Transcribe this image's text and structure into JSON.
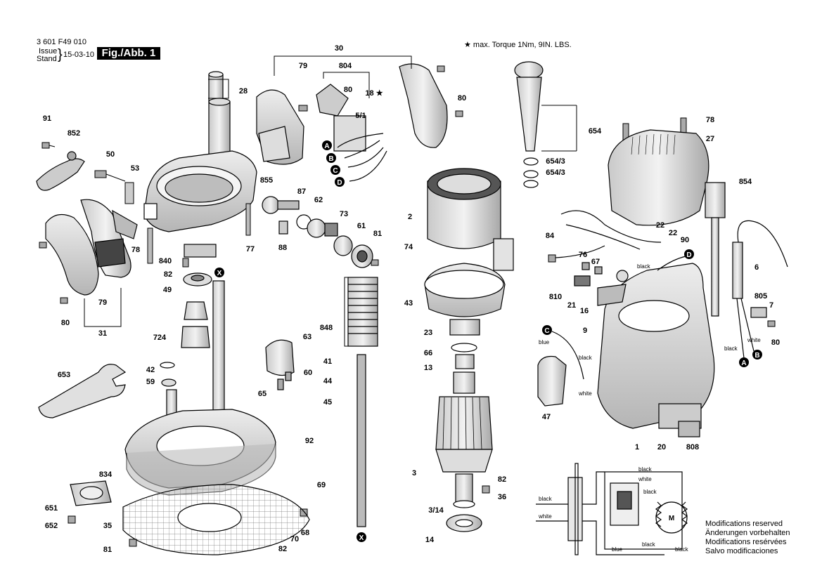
{
  "header": {
    "doc_number": "3 601 F49 010",
    "issue_label": "Issue",
    "stand_label": "Stand",
    "date": "15-03-10",
    "figure_label": "Fig./Abb. 1",
    "torque_note": "★ max. Torque 1Nm,  9IN. LBS."
  },
  "modifications": [
    "Modifications reserved",
    "Änderungen vorbehalten",
    "Modifications resérvées",
    "Salvo modificaciones"
  ],
  "wire_labels": {
    "black": "black",
    "blue": "blue",
    "white": "white"
  },
  "callouts": [
    {
      "id": "c-28",
      "text": "28"
    },
    {
      "id": "c-30",
      "text": "30"
    },
    {
      "id": "c-79a",
      "text": "79"
    },
    {
      "id": "c-804",
      "text": "804"
    },
    {
      "id": "c-80a",
      "text": "80"
    },
    {
      "id": "c-18",
      "text": "18 ★"
    },
    {
      "id": "c-80b",
      "text": "80"
    },
    {
      "id": "c-51",
      "text": "5/1"
    },
    {
      "id": "c-91",
      "text": "91"
    },
    {
      "id": "c-852",
      "text": "852"
    },
    {
      "id": "c-50",
      "text": "50"
    },
    {
      "id": "c-53",
      "text": "53"
    },
    {
      "id": "c-855",
      "text": "855"
    },
    {
      "id": "c-87",
      "text": "87"
    },
    {
      "id": "c-62",
      "text": "62"
    },
    {
      "id": "c-73",
      "text": "73"
    },
    {
      "id": "c-61",
      "text": "61"
    },
    {
      "id": "c-81a",
      "text": "81"
    },
    {
      "id": "c-77",
      "text": "77"
    },
    {
      "id": "c-88",
      "text": "88"
    },
    {
      "id": "c-78a",
      "text": "78"
    },
    {
      "id": "c-840",
      "text": "840"
    },
    {
      "id": "c-82a",
      "text": "82"
    },
    {
      "id": "c-49",
      "text": "49"
    },
    {
      "id": "c-79b",
      "text": "79"
    },
    {
      "id": "c-80c",
      "text": "80"
    },
    {
      "id": "c-31",
      "text": "31"
    },
    {
      "id": "c-724",
      "text": "724"
    },
    {
      "id": "c-848",
      "text": "848"
    },
    {
      "id": "c-63",
      "text": "63"
    },
    {
      "id": "c-653",
      "text": "653"
    },
    {
      "id": "c-42",
      "text": "42"
    },
    {
      "id": "c-59",
      "text": "59"
    },
    {
      "id": "c-60",
      "text": "60"
    },
    {
      "id": "c-65",
      "text": "65"
    },
    {
      "id": "c-41",
      "text": "41"
    },
    {
      "id": "c-44",
      "text": "44"
    },
    {
      "id": "c-45",
      "text": "45"
    },
    {
      "id": "c-92",
      "text": "92"
    },
    {
      "id": "c-834",
      "text": "834"
    },
    {
      "id": "c-69",
      "text": "69"
    },
    {
      "id": "c-651",
      "text": "651"
    },
    {
      "id": "c-652",
      "text": "652"
    },
    {
      "id": "c-35",
      "text": "35"
    },
    {
      "id": "c-81b",
      "text": "81"
    },
    {
      "id": "c-82b",
      "text": "82"
    },
    {
      "id": "c-70",
      "text": "70"
    },
    {
      "id": "c-68",
      "text": "68"
    },
    {
      "id": "c-654",
      "text": "654"
    },
    {
      "id": "c-6543a",
      "text": "654/3"
    },
    {
      "id": "c-6543b",
      "text": "654/3"
    },
    {
      "id": "c-78b",
      "text": "78"
    },
    {
      "id": "c-27",
      "text": "27"
    },
    {
      "id": "c-854",
      "text": "854"
    },
    {
      "id": "c-2",
      "text": "2"
    },
    {
      "id": "c-74",
      "text": "74"
    },
    {
      "id": "c-84",
      "text": "84"
    },
    {
      "id": "c-22a",
      "text": "22"
    },
    {
      "id": "c-22b",
      "text": "22"
    },
    {
      "id": "c-90",
      "text": "90"
    },
    {
      "id": "c-76",
      "text": "76"
    },
    {
      "id": "c-67",
      "text": "67"
    },
    {
      "id": "c-6",
      "text": "6"
    },
    {
      "id": "c-810",
      "text": "810"
    },
    {
      "id": "c-21",
      "text": "21"
    },
    {
      "id": "c-16",
      "text": "16"
    },
    {
      "id": "c-805",
      "text": "805"
    },
    {
      "id": "c-7",
      "text": "7"
    },
    {
      "id": "c-43",
      "text": "43"
    },
    {
      "id": "c-23",
      "text": "23"
    },
    {
      "id": "c-9",
      "text": "9"
    },
    {
      "id": "c-80d",
      "text": "80"
    },
    {
      "id": "c-66",
      "text": "66"
    },
    {
      "id": "c-13",
      "text": "13"
    },
    {
      "id": "c-47",
      "text": "47"
    },
    {
      "id": "c-1",
      "text": "1"
    },
    {
      "id": "c-20",
      "text": "20"
    },
    {
      "id": "c-808",
      "text": "808"
    },
    {
      "id": "c-3",
      "text": "3"
    },
    {
      "id": "c-82c",
      "text": "82"
    },
    {
      "id": "c-36",
      "text": "36"
    },
    {
      "id": "c-314",
      "text": "3/14"
    },
    {
      "id": "c-14",
      "text": "14"
    }
  ],
  "markers": {
    "A": "A",
    "B": "B",
    "C": "C",
    "D": "D",
    "X": "X",
    "M": "M"
  }
}
